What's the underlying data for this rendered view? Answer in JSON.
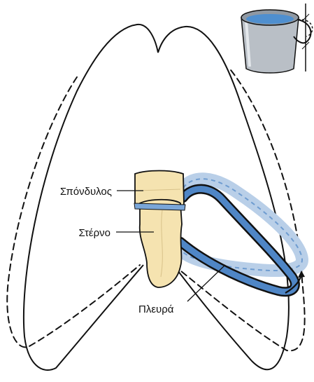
{
  "labels": {
    "vertebra": "Σπόνδυλος",
    "sternum": "Στέρνο",
    "rib": "Πλευρά"
  },
  "icons": {
    "inset": "bucket-handle-icon",
    "motion": "curved-arrow-icon"
  },
  "colors": {
    "rib_blue": "#4f86c6",
    "rib_pale": "#b9cfe8",
    "bone": "#f5e3b0",
    "outline": "#111111",
    "bucket_metal": "#b9bfc6",
    "water": "#4f8fcf"
  }
}
